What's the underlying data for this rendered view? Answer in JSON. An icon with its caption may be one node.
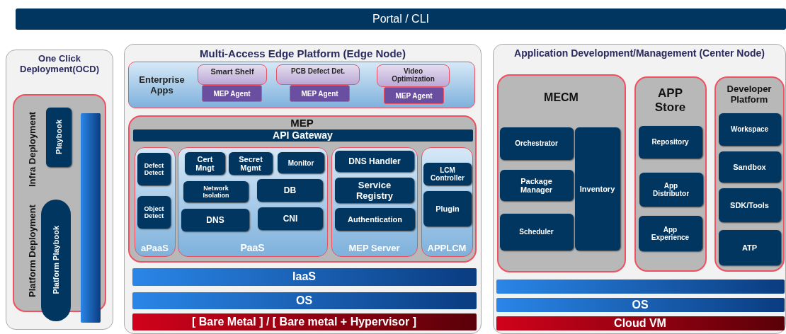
{
  "diagram": {
    "nodes": [
      {
        "text": [
          "Portal / CLI"
        ]
      },
      {
        "text": [
          "One Click Deployment(OCD)"
        ]
      },
      {
        "text": [
          "Infra Deployment",
          "Platform Deployment"
        ],
        "in": 1
      },
      {
        "text": [
          "Playbook"
        ],
        "in": 2
      },
      {
        "text": [
          "Platform Playbook"
        ],
        "in": 2
      },
      {
        "text": [],
        "shape": "bar",
        "in": 2
      },
      {
        "text": [
          "Multi-Access Edge Platform (Edge Node)"
        ]
      },
      {
        "text": [
          "Enterprise Apps"
        ],
        "in": 6
      },
      {
        "text": [
          "Smart Shelf"
        ],
        "in": 7
      },
      {
        "text": [
          "MEP Agent"
        ],
        "in": 7
      },
      {
        "text": [
          "PCB Defect Det."
        ],
        "in": 7
      },
      {
        "text": [
          "MEP Agent"
        ],
        "in": 7
      },
      {
        "text": [
          "Video Optimization"
        ],
        "in": 7
      },
      {
        "text": [
          "MEP Agent"
        ],
        "in": 7
      },
      {
        "text": [
          "MEP"
        ],
        "in": 6
      },
      {
        "text": [
          "API Gateway"
        ],
        "in": 14
      },
      {
        "text": [
          "aPaaS"
        ],
        "in": 14
      },
      {
        "text": [
          "Defect Detect"
        ],
        "in": 16
      },
      {
        "text": [
          "Object Detect"
        ],
        "in": 16
      },
      {
        "text": [
          "PaaS"
        ],
        "in": 14
      },
      {
        "text": [
          "Cert Mngt"
        ],
        "in": 19
      },
      {
        "text": [
          "Secret Mgmt"
        ],
        "in": 19
      },
      {
        "text": [
          "Monitor"
        ],
        "in": 19
      },
      {
        "text": [
          "Network Isolation"
        ],
        "in": 19
      },
      {
        "text": [
          "DB"
        ],
        "in": 19
      },
      {
        "text": [
          "DNS"
        ],
        "in": 19
      },
      {
        "text": [
          "CNI"
        ],
        "in": 19
      },
      {
        "text": [
          "MEP Server"
        ],
        "in": 14
      },
      {
        "text": [
          "DNS Handler"
        ],
        "in": 27
      },
      {
        "text": [
          "Service Registry"
        ],
        "in": 27
      },
      {
        "text": [
          "Authentication"
        ],
        "in": 27
      },
      {
        "text": [
          "APPLCM"
        ],
        "in": 14
      },
      {
        "text": [
          "LCM Controller"
        ],
        "in": 31
      },
      {
        "text": [
          "Plugin"
        ],
        "in": 31
      },
      {
        "text": [
          "IaaS"
        ],
        "in": 6
      },
      {
        "text": [
          "OS"
        ],
        "in": 6
      },
      {
        "text": [
          "[ Bare Metal ] / [ Bare metal + Hypervisor ]"
        ],
        "in": 6
      },
      {
        "text": [
          "Application Development/Management (Center Node)"
        ]
      },
      {
        "text": [
          "MECM"
        ],
        "in": 37
      },
      {
        "text": [
          "Orchestrator"
        ],
        "in": 38
      },
      {
        "text": [
          "Package Manager"
        ],
        "in": 38
      },
      {
        "text": [
          "Scheduler"
        ],
        "in": 38
      },
      {
        "text": [
          "Inventory"
        ],
        "in": 38
      },
      {
        "text": [
          "APP Store"
        ],
        "in": 37
      },
      {
        "text": [
          "Repository"
        ],
        "in": 43
      },
      {
        "text": [
          "App Distributor"
        ],
        "in": 43
      },
      {
        "text": [
          "App Experience"
        ],
        "in": 43
      },
      {
        "text": [
          "Developer Platform"
        ],
        "in": 37
      },
      {
        "text": [
          "Workspace"
        ],
        "in": 47
      },
      {
        "text": [
          "Sandbox"
        ],
        "in": 47
      },
      {
        "text": [
          "SDK/Tools"
        ],
        "in": 47
      },
      {
        "text": [
          "ATP"
        ],
        "in": 47
      },
      {
        "text": [],
        "shape": "bar",
        "in": 37
      },
      {
        "text": [
          "OS"
        ],
        "in": 37
      },
      {
        "text": [
          "Cloud VM"
        ],
        "in": 37
      }
    ]
  }
}
